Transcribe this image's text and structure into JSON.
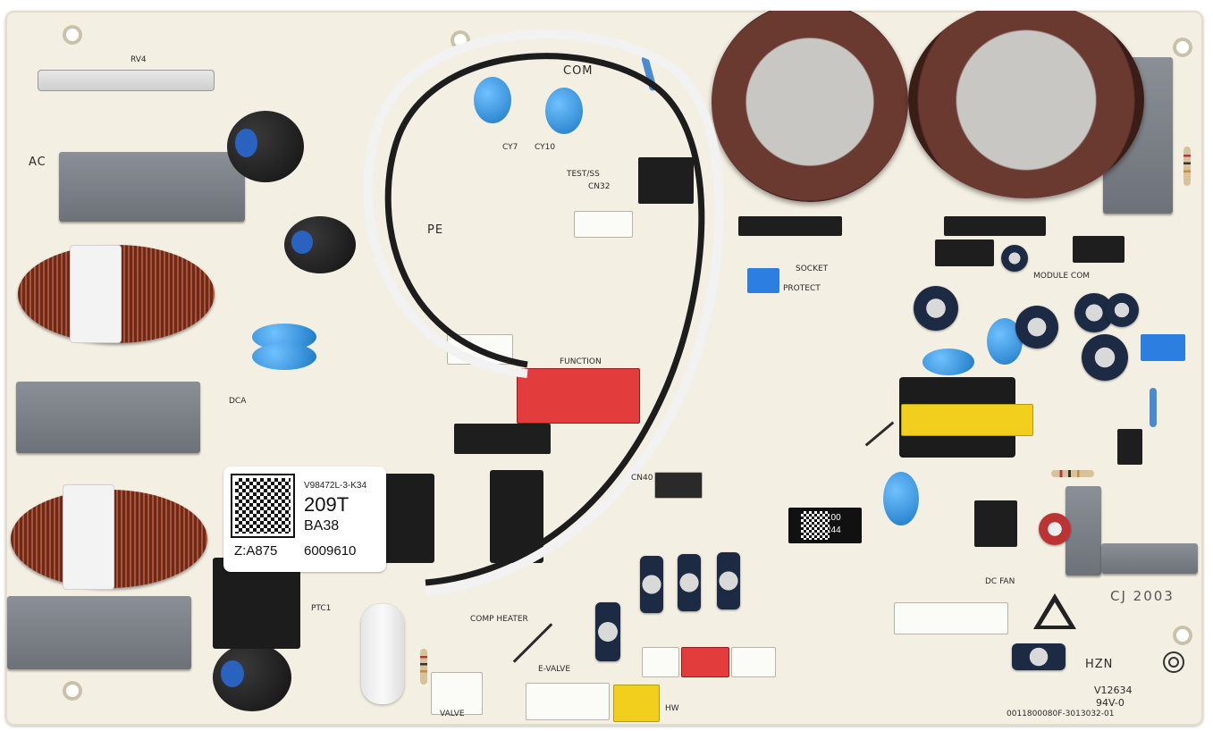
{
  "sticker": {
    "code_line": "V98472L-3-K34",
    "model": "209T",
    "sub": "BA38",
    "zone": "Z:A875",
    "serial": "6009610"
  },
  "chip_label": {
    "line1": "100",
    "line2": "244"
  },
  "silkscreen": {
    "rv4": "RV4",
    "ac": "AC",
    "com": "COM",
    "test_ss": "TEST/SS",
    "cn32": "CN32",
    "pe": "PE",
    "function": "FUNCTION",
    "socket": "SOCKET",
    "protect": "PROTECT",
    "module_com": "MODULE COM",
    "dc_fan": "DC FAN",
    "e_valve": "E-VALVE",
    "hw": "HW",
    "comp_heater": "COMP HEATER",
    "valve": "VALVE",
    "cj": "CJ 2003",
    "hzn": "HZN",
    "v_code": "V12634",
    "rating": "94V-0",
    "board_no": "0011800080F-3013032-01",
    "cy7": "CY7",
    "cy10": "CY10",
    "cn40": "CN40",
    "ptc1": "PTC1",
    "dca": "DCA"
  }
}
